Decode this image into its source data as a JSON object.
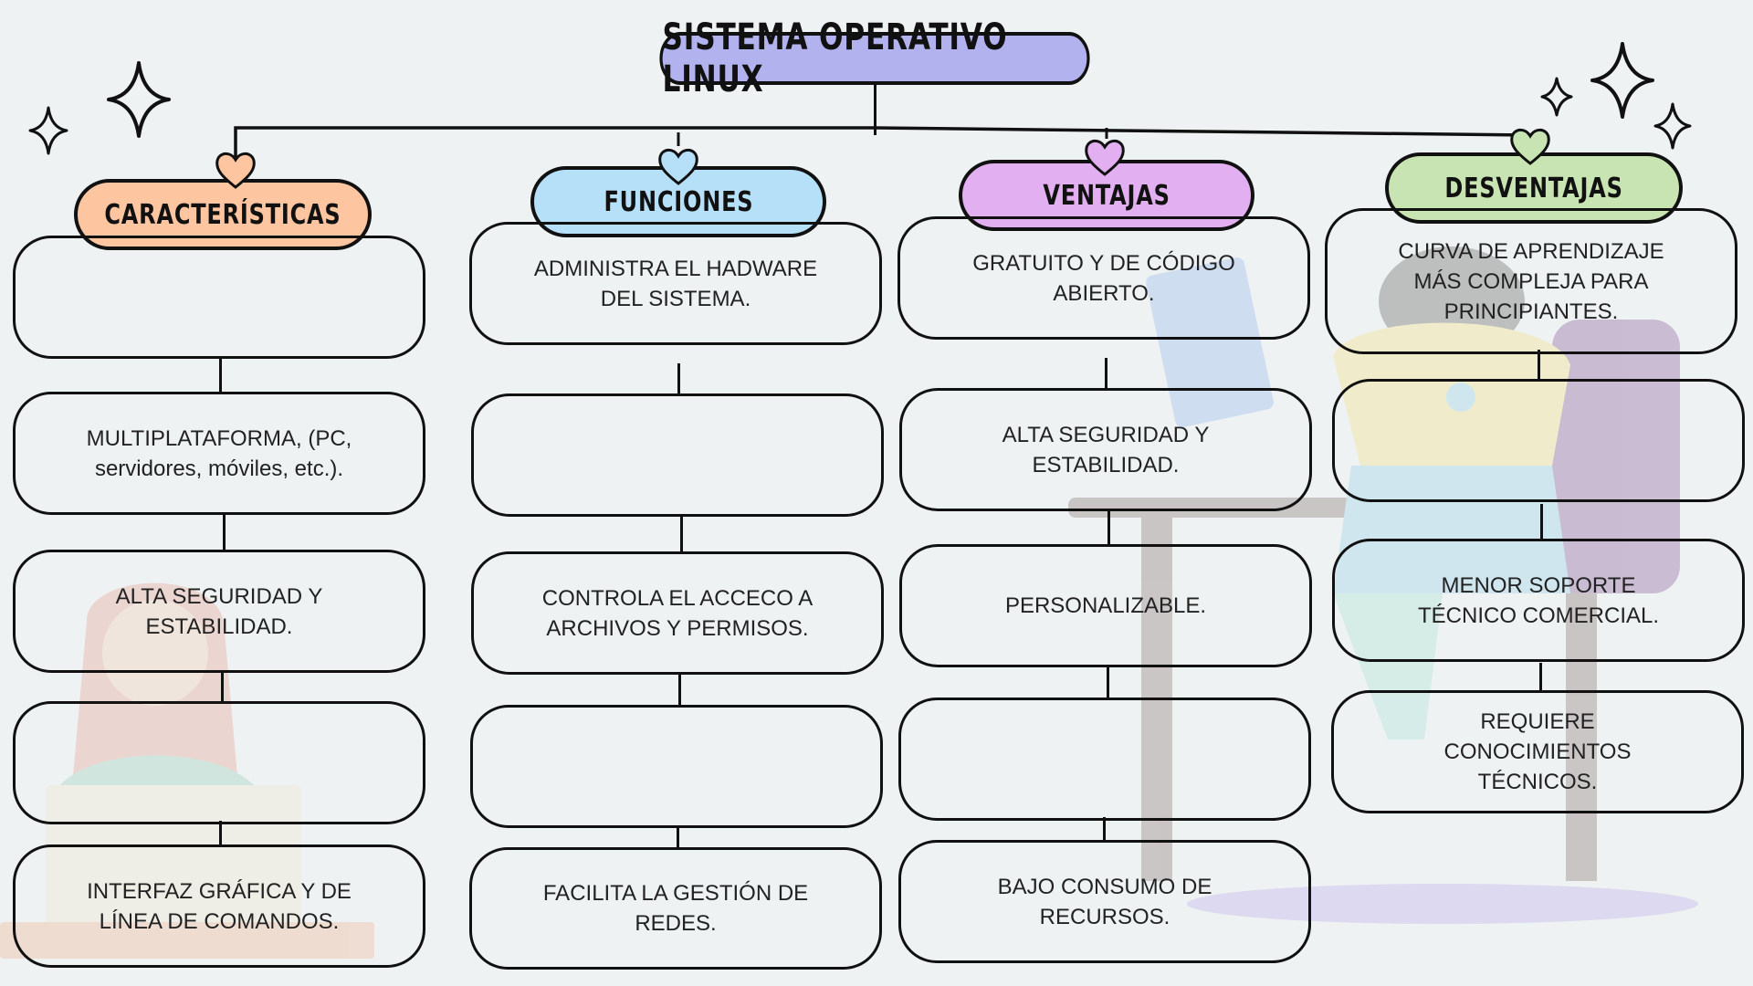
{
  "title": "SISTEMA OPERATIVO LINUX",
  "colors": {
    "title_fill": "#b2b2ef",
    "caracteristicas": "#fdc6a1",
    "funciones": "#b6dff8",
    "ventajas": "#e2aff0",
    "desventajas": "#c9e4b3",
    "line": "#111111"
  },
  "columns": [
    {
      "header": "CARACTERÍSTICAS",
      "items": [
        "",
        "MULTIPLATAFORMA, (PC, servidores,  móviles, etc.).",
        "ALTA SEGURIDAD Y ESTABILIDAD.",
        "",
        "INTERFAZ GRÁFICA Y DE LÍNEA DE COMANDOS."
      ]
    },
    {
      "header": "FUNCIONES",
      "items": [
        "ADMINISTRA EL HADWARE DEL SISTEMA.",
        "",
        "CONTROLA EL ACCECO A ARCHIVOS Y PERMISOS.",
        "",
        "FACILITA LA GESTIÓN DE REDES."
      ]
    },
    {
      "header": "VENTAJAS",
      "items": [
        "GRATUITO Y DE CÓDIGO ABIERTO.",
        "ALTA SEGURIDAD Y ESTABILIDAD.",
        "PERSONALIZABLE.",
        "",
        "BAJO CONSUMO DE RECURSOS."
      ]
    },
    {
      "header": "DESVENTAJAS",
      "items": [
        "CURVA DE APRENDIZAJE MÁS COMPLEJA PARA PRINCIPIANTES.",
        "",
        "MENOR SOPORTE TÉCNICO COMERCIAL.",
        "REQUIERE CONOCIMIENTOS TÉCNICOS."
      ]
    }
  ],
  "decorations": [
    "sparkle-icon",
    "heart-icon",
    "person-at-laptop-illustration",
    "person-at-desk-illustration"
  ]
}
